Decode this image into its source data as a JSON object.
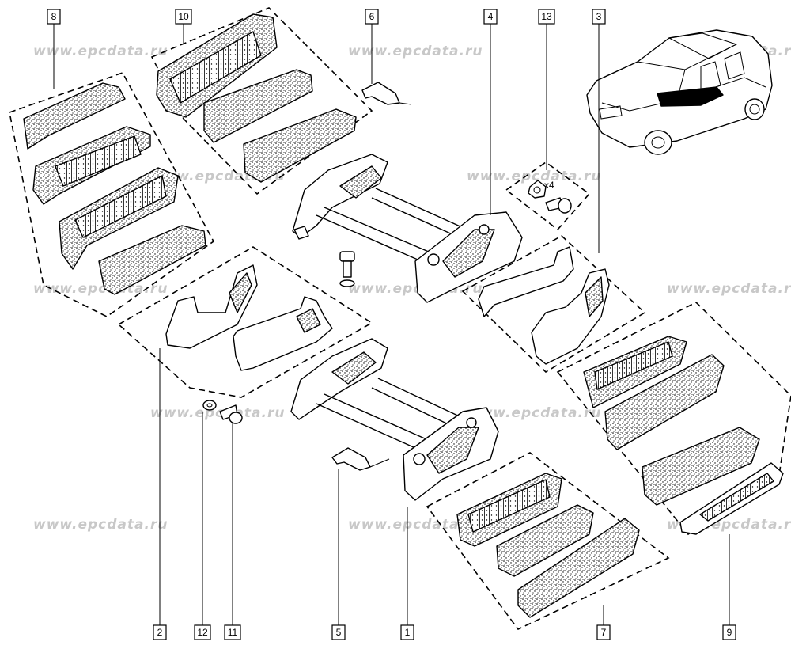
{
  "watermark": "www.epcdata.ru",
  "fastener_qty": "x4",
  "callouts": {
    "c1": "1",
    "c2": "2",
    "c3": "3",
    "c4": "4",
    "c5": "5",
    "c6": "6",
    "c7": "7",
    "c8": "8",
    "c9": "9",
    "c10": "10",
    "c11": "11",
    "c12": "12",
    "c13": "13"
  },
  "colors": {
    "line": "#000000",
    "watermark": "#c8c8c8",
    "background": "#ffffff"
  }
}
